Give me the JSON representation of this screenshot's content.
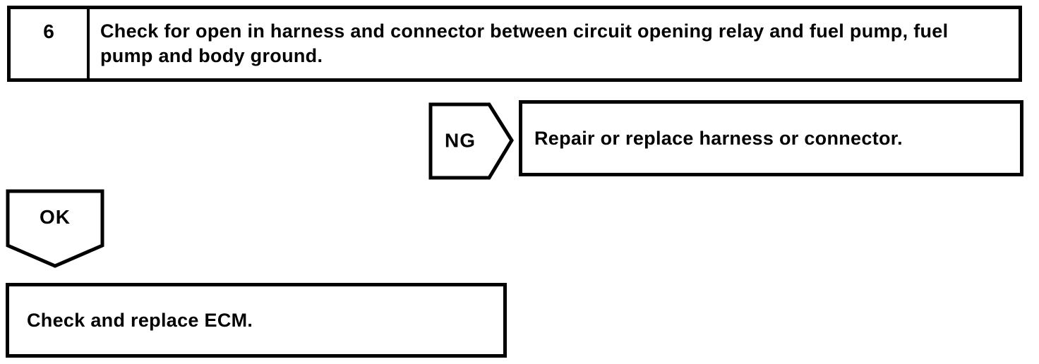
{
  "flowchart": {
    "step": {
      "number": "6",
      "instruction": "Check for open in harness and connector between circuit opening relay and fuel pump, fuel pump and body ground."
    },
    "ng_branch": {
      "connector_label": "NG",
      "action": "Repair or replace harness or connector."
    },
    "ok_branch": {
      "connector_label": "OK",
      "action": "Check and replace ECM."
    },
    "colors": {
      "ink": "#000000",
      "paper": "#ffffff"
    }
  }
}
